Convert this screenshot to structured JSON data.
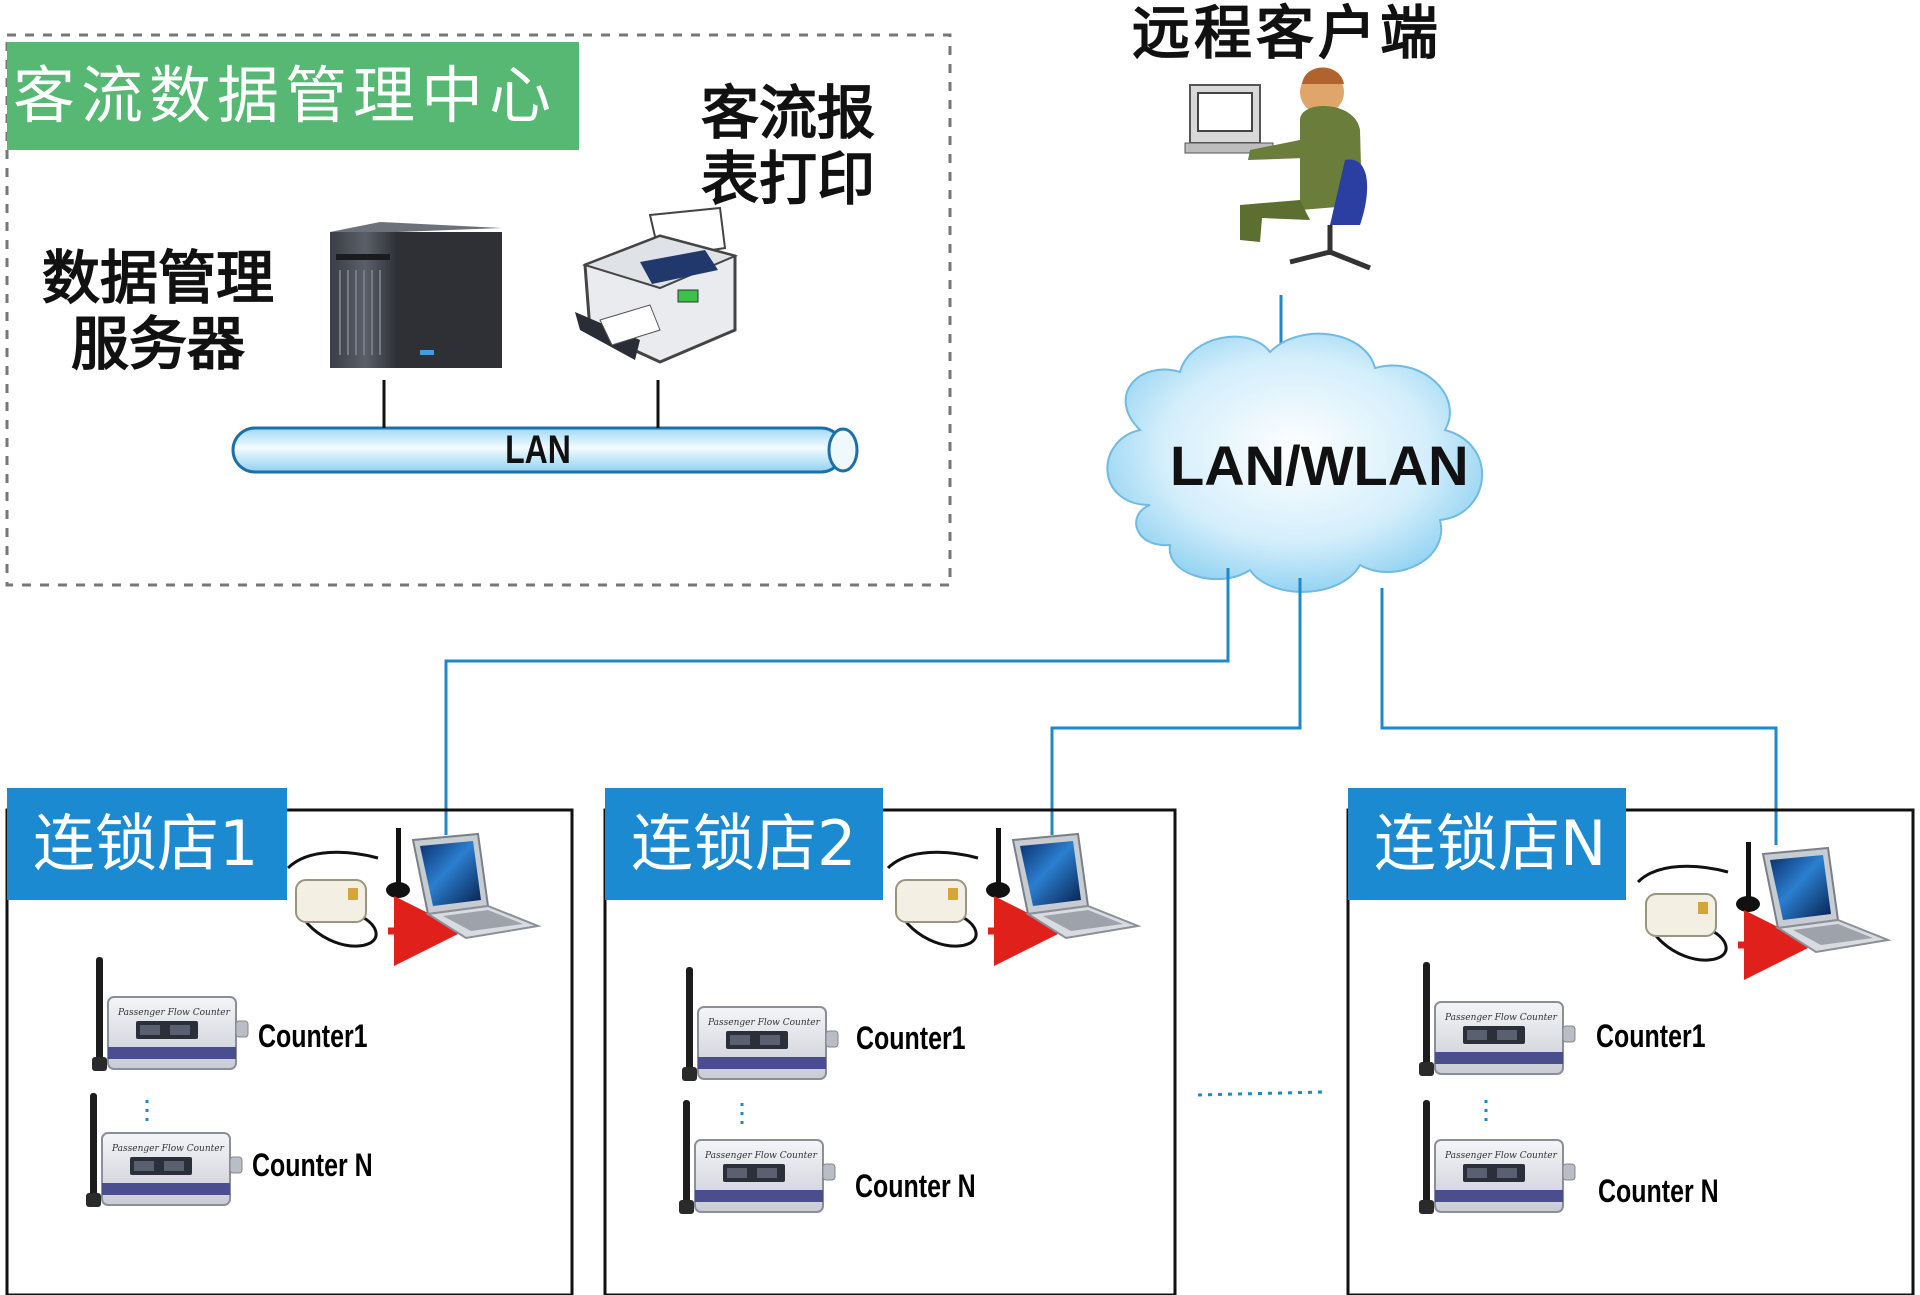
{
  "center": {
    "title": "客流数据管理中心",
    "server_label_1": "数据管理",
    "server_label_2": "服务器",
    "printer_label_1": "客流报",
    "printer_label_2": "表打印",
    "lan_label": "LAN"
  },
  "remote": {
    "label": "远程客户端"
  },
  "network": {
    "cloud_label": "LAN/WLAN"
  },
  "stores": [
    {
      "title": "连锁店1",
      "counter_first": "Counter1",
      "counter_last": "Counter N"
    },
    {
      "title": "连锁店2",
      "counter_first": "Counter1",
      "counter_last": "Counter N"
    },
    {
      "title": "连锁店N",
      "counter_first": "Counter1",
      "counter_last": "Counter N"
    }
  ],
  "device_text": "Passenger Flow Counter",
  "colors": {
    "center_green": "#57b873",
    "store_blue": "#1b8ad1",
    "link_blue": "#1e88c9",
    "arrow_red": "#e0201b",
    "cloud_light": "#e6f5fd",
    "cloud_dark": "#7fc9ef"
  }
}
